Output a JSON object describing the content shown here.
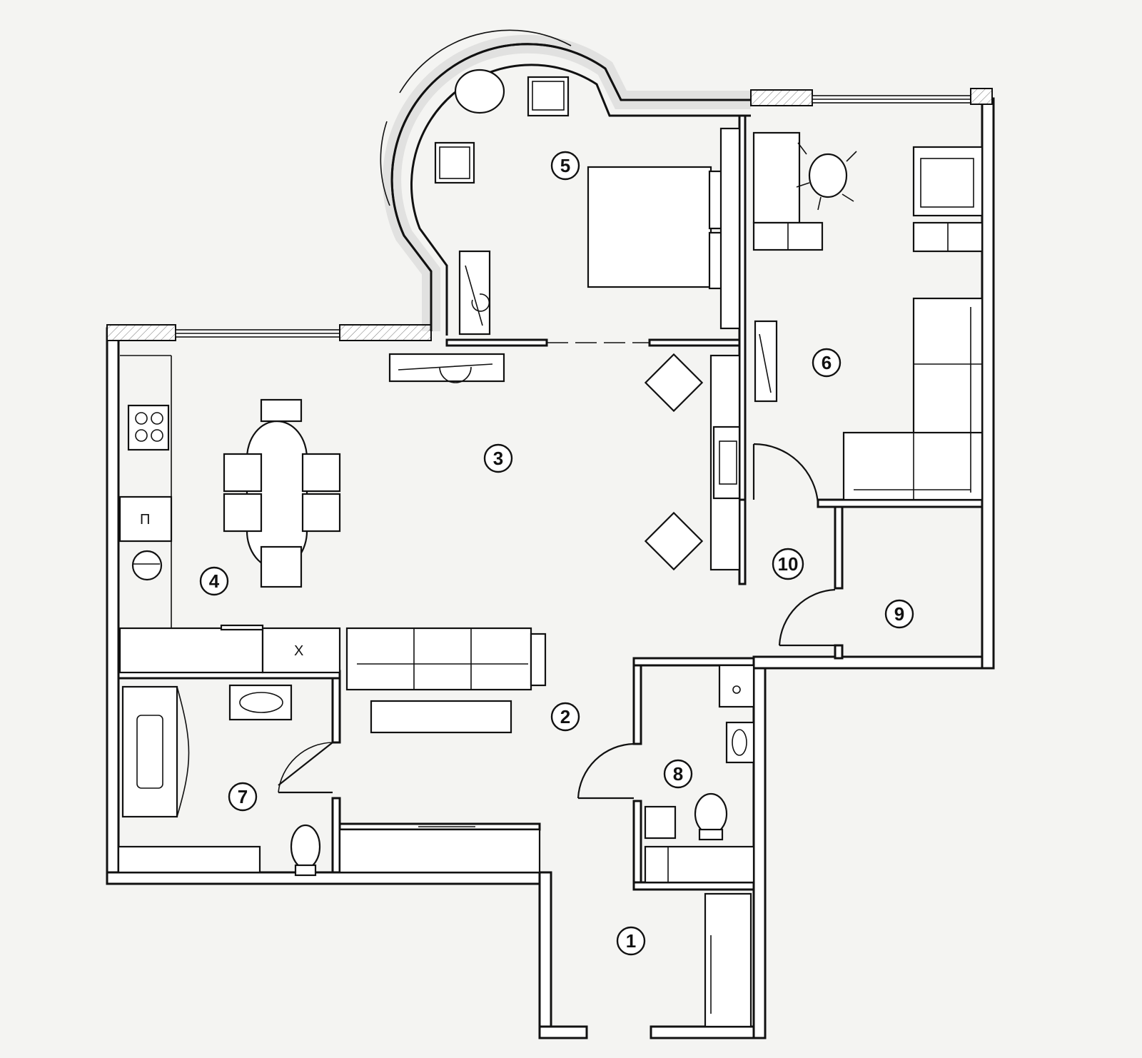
{
  "rooms": [
    {
      "id": "1"
    },
    {
      "id": "2"
    },
    {
      "id": "3"
    },
    {
      "id": "4"
    },
    {
      "id": "5"
    },
    {
      "id": "6"
    },
    {
      "id": "7"
    },
    {
      "id": "8"
    },
    {
      "id": "9"
    },
    {
      "id": "10"
    }
  ],
  "marks": {
    "cabinet_p": "П",
    "fridge_x": "Х"
  }
}
